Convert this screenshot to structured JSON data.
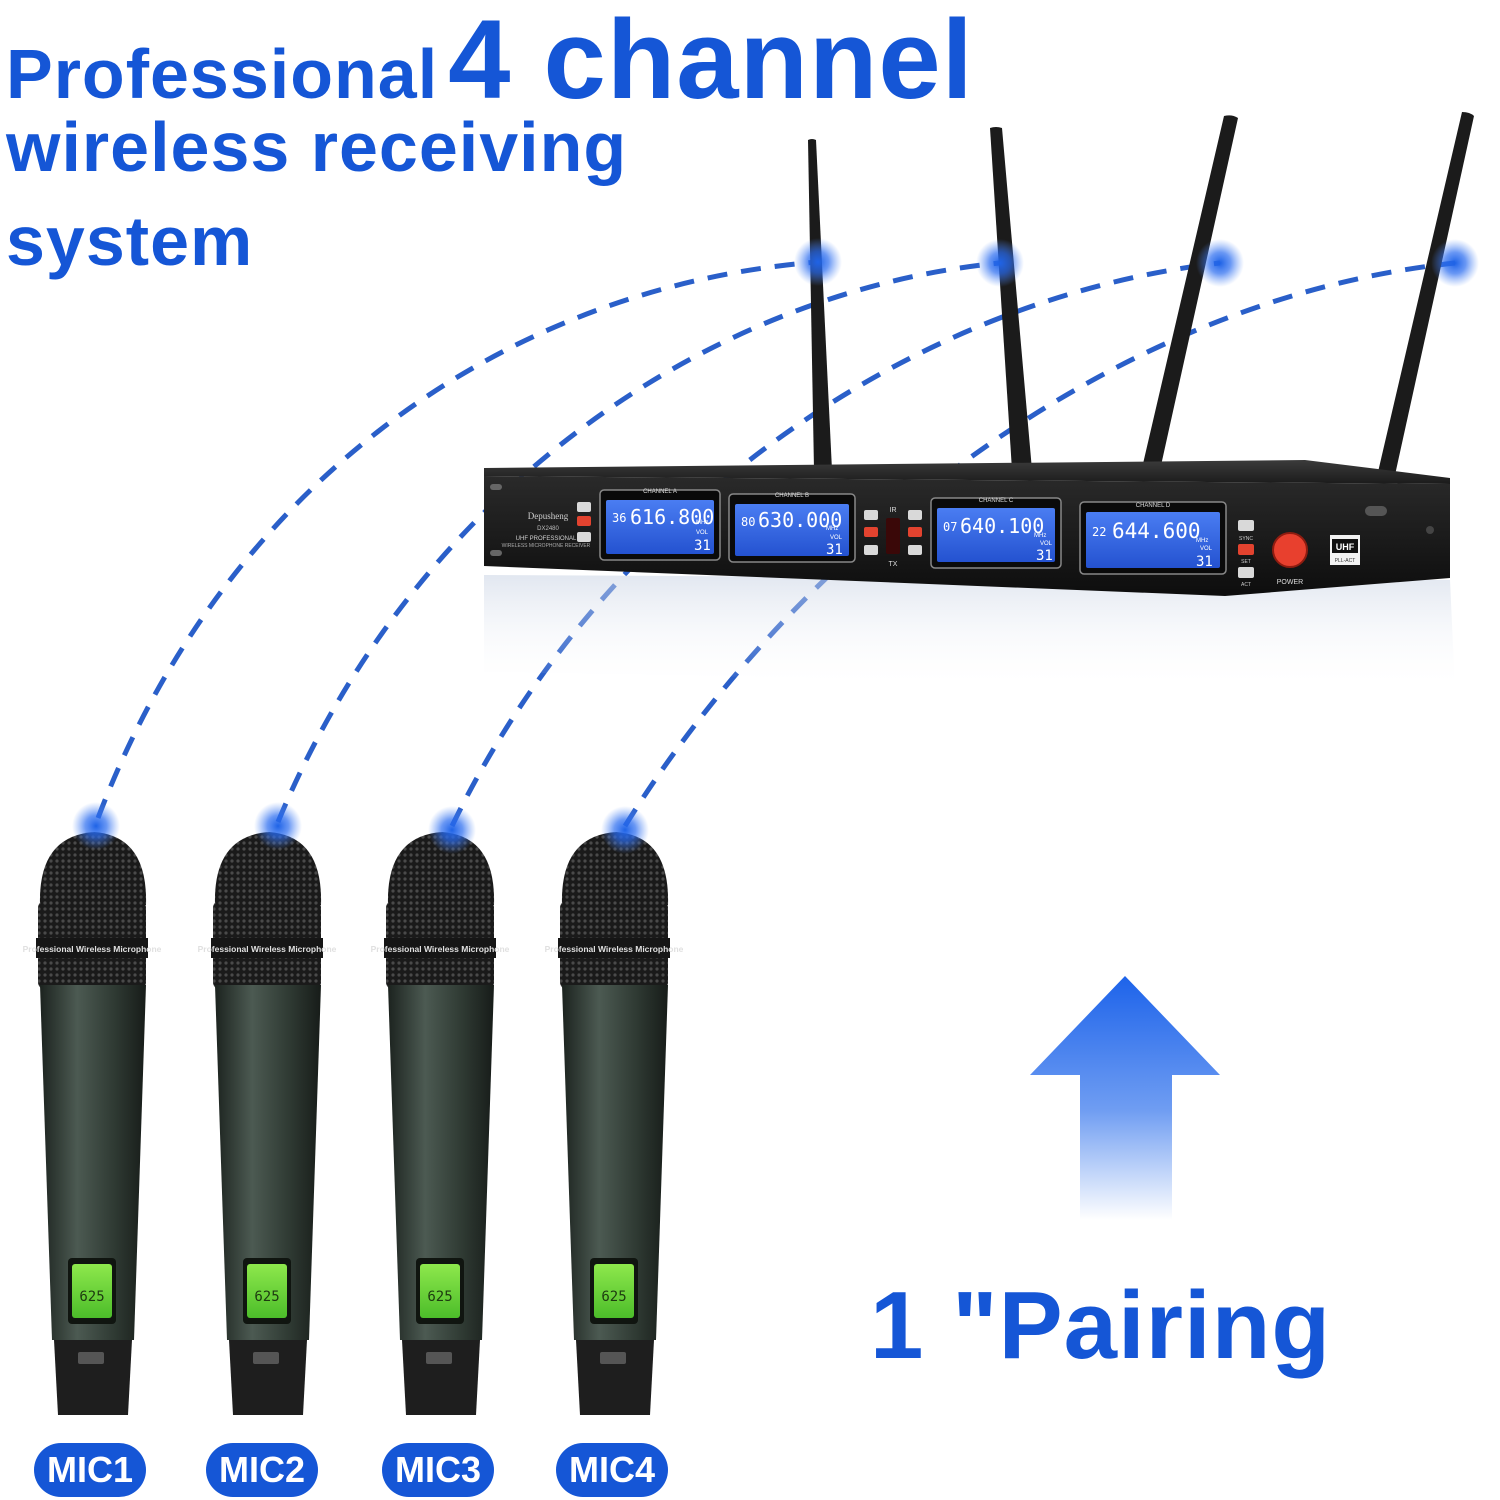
{
  "headline": {
    "word1": "Professional",
    "word2": "4 channel",
    "line2": "wireless receiving",
    "line3": "system"
  },
  "tagline": "1 \"Pairing",
  "receiver": {
    "brand": "Depusheng",
    "model": "DX2480",
    "subtitle1": "UHF PROFESSIONAL",
    "subtitle2": "WIRELESS MICROPHONE RECEIVER",
    "ir_label": "IR",
    "tx_label": "TX",
    "power_label": "POWER",
    "uhf_badge": "UHF",
    "pll_label": "PLL-ACT",
    "sync_label": "SYNC",
    "set_label": "SET",
    "act_label": "ACT",
    "channels": [
      {
        "name": "CHANNEL A",
        "chan": "36",
        "freq": "616.800",
        "unit": "MHz",
        "vol_label": "VOL",
        "vol": "31"
      },
      {
        "name": "CHANNEL B",
        "chan": "80",
        "freq": "630.000",
        "unit": "MHz",
        "vol_label": "VOL",
        "vol": "31"
      },
      {
        "name": "CHANNEL C",
        "chan": "07",
        "freq": "640.100",
        "unit": "MHz",
        "vol_label": "VOL",
        "vol": "31"
      },
      {
        "name": "CHANNEL D",
        "chan": "22",
        "freq": "644.600",
        "unit": "MHz",
        "vol_label": "VOL",
        "vol": "31"
      }
    ]
  },
  "microphones": [
    {
      "label": "MIC1",
      "band_text": "Professional Wireless Microphone",
      "lcd": "625"
    },
    {
      "label": "MIC2",
      "band_text": "Professional Wireless Microphone",
      "lcd": "625"
    },
    {
      "label": "MIC3",
      "band_text": "Professional Wireless Microphone",
      "lcd": "625"
    },
    {
      "label": "MIC4",
      "band_text": "Professional Wireless Microphone",
      "lcd": "625"
    }
  ],
  "colors": {
    "brand_blue": "#1556d6",
    "dash_blue": "#2a5fc9",
    "lcd_blue": "#2f62e6",
    "mic_body": "#2f3a33",
    "mic_lcd": "#6fd83a",
    "power_red": "#e8402e",
    "receiver_black": "#141414"
  }
}
